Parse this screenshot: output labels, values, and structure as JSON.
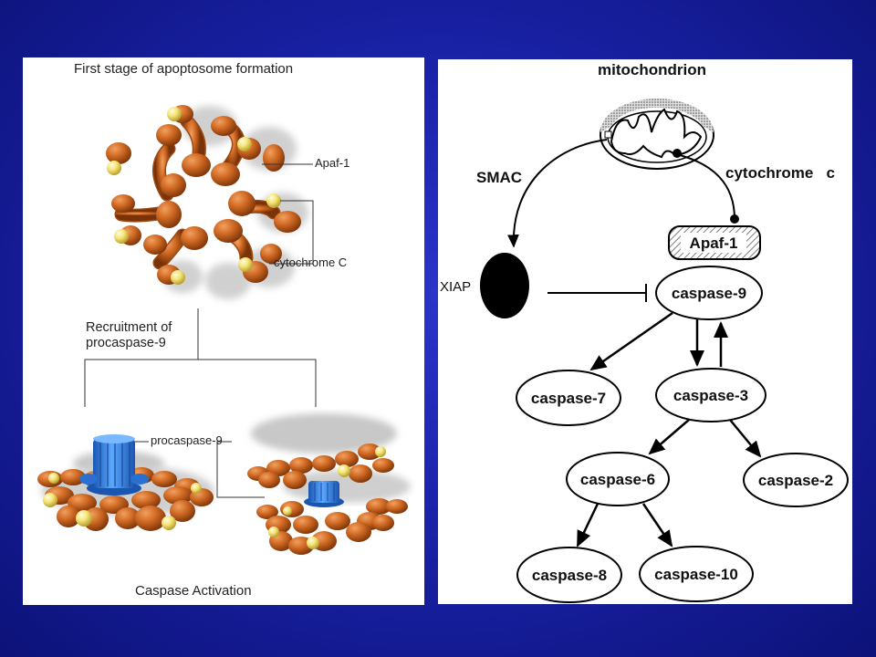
{
  "left": {
    "title": "First stage of apoptosome formation",
    "apaf_label": "Apaf-1",
    "cytochrome_label": "cytochrome C",
    "recruitment_label": "Recruitment of procaspase-9",
    "procaspase_label": "procaspase-9",
    "caspase_activation": "Caspase Activation"
  },
  "right": {
    "mitochondrion": "mitochondrion",
    "smac": "SMAC",
    "cytochrome": "cytochrome   c",
    "apaf": "Apaf-1",
    "xiap": "XIAP",
    "caspase9": "caspase-9",
    "caspase7": "caspase-7",
    "caspase3": "caspase-3",
    "caspase6": "caspase-6",
    "caspase2": "caspase-2",
    "caspase8": "caspase-8",
    "caspase10": "caspase-10"
  },
  "colors": {
    "background": "#1a22a8",
    "apaf_body": "#c8641e",
    "cytochrome_ball": "#f0e070",
    "procaspase": "#2e7fe0"
  }
}
